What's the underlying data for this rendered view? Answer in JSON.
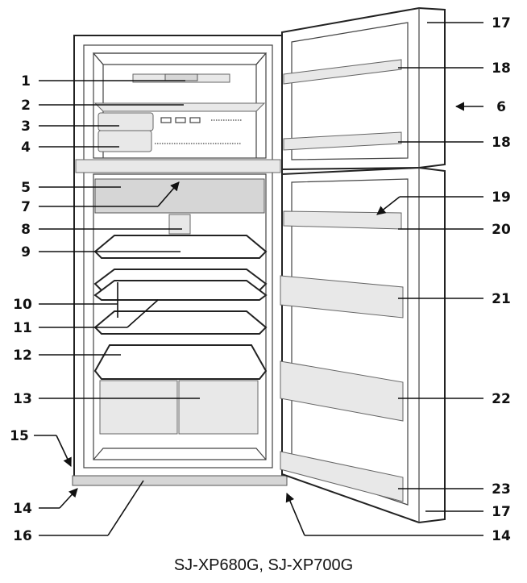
{
  "labels": {
    "l1": "1",
    "l2": "2",
    "l3": "3",
    "l4": "4",
    "l5": "5",
    "l6": "6",
    "l7": "7",
    "l8": "8",
    "l9": "9",
    "l10": "10",
    "l11": "11",
    "l12": "12",
    "l13": "13",
    "l14a": "14",
    "l14b": "14",
    "l15": "15",
    "l16": "16",
    "l17a": "17",
    "l17b": "17",
    "l18a": "18",
    "l18b": "18",
    "l19": "19",
    "l20": "20",
    "l21": "21",
    "l22": "22",
    "l23": "23"
  },
  "caption": "SJ-XP680G, SJ-XP700G"
}
